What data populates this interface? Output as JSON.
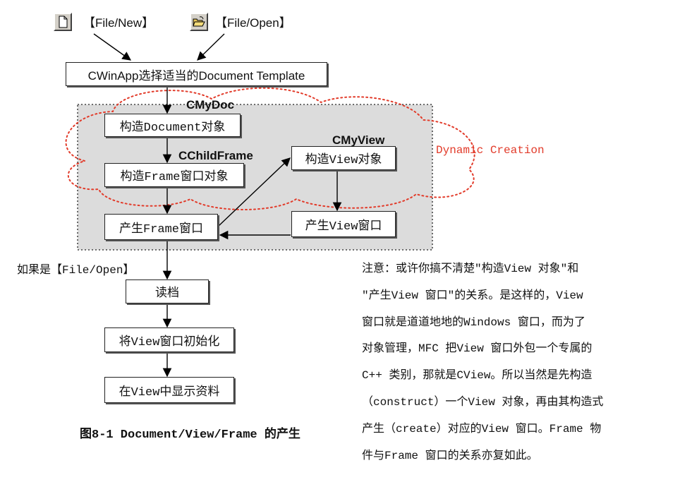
{
  "commands": {
    "file_new": "【File/New】",
    "file_open": "【File/Open】"
  },
  "boxes": {
    "template": "CWinApp选择适当的Document Template",
    "construct_document": "构造Document对象",
    "construct_frame": "构造Frame窗口对象",
    "create_frame": "产生Frame窗口",
    "construct_view": "构造View对象",
    "create_view": "产生View窗口",
    "read_file": "读档",
    "init_view": "将View窗口初始化",
    "show_data": "在View中显示资料"
  },
  "class_labels": {
    "doc": "CMyDoc",
    "frame": "CChildFrame",
    "view": "CMyView"
  },
  "dynamic_creation": "Dynamic Creation",
  "condition_label": "如果是【File/Open】",
  "caption": "图8-1 Document/View/Frame 的产生",
  "note_lines": [
    "注意：或许你搞不清楚\"构造View 对象\"和",
    "\"产生View 窗口\"的关系。是这样的，View",
    "窗口就是道道地地的Windows 窗口，而为了",
    "对象管理，MFC 把View 窗口外包一个专属的",
    "C++ 类别，那就是CView。所以当然是先构造",
    "（construct）一个View 对象，再由其构造式",
    "产生（create）对应的View 窗口。Frame 物",
    "件与Frame 窗口的关系亦复如此。"
  ],
  "colors": {
    "panel_fill": "#dcdcdc",
    "cloud_stroke": "#e23b2a",
    "dynamic_label": "#e23b2a",
    "box_border": "#222222",
    "arrow": "#000000"
  },
  "icons": {
    "file_new": "new-document-icon",
    "file_open": "open-folder-icon"
  }
}
